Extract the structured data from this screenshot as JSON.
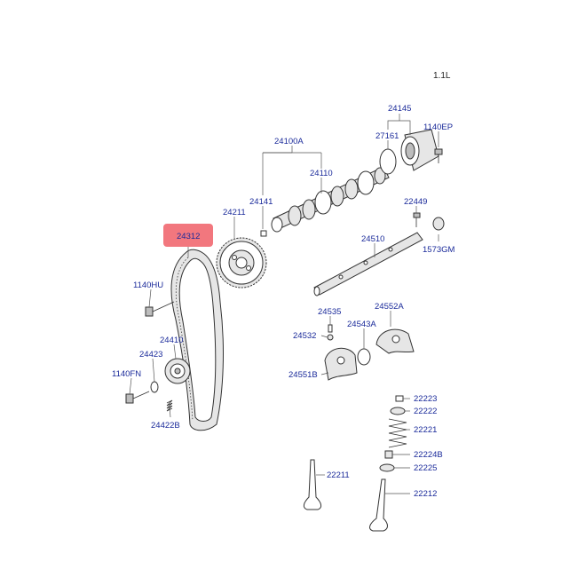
{
  "variant_label": "1.1L",
  "highlight_color": "#f2777e",
  "label_color": "#1a2a9a",
  "parts": {
    "p24145": "24145",
    "p1140EP": "1140EP",
    "p27161": "27161",
    "p24100A": "24100A",
    "p24110": "24110",
    "p24141": "24141",
    "p24211": "24211",
    "p22449": "22449",
    "p24312": "24312",
    "p24510": "24510",
    "p1573GM": "1573GM",
    "p1140HU": "1140HU",
    "p24535": "24535",
    "p24552A": "24552A",
    "p24532": "24532",
    "p24543A": "24543A",
    "p24410": "24410",
    "p24423": "24423",
    "p24551B": "24551B",
    "p1140FN": "1140FN",
    "p22223": "22223",
    "p22222": "22222",
    "p24422B": "24422B",
    "p22221": "22221",
    "p22224B": "22224B",
    "p22225": "22225",
    "p22211": "22211",
    "p22212": "22212"
  }
}
